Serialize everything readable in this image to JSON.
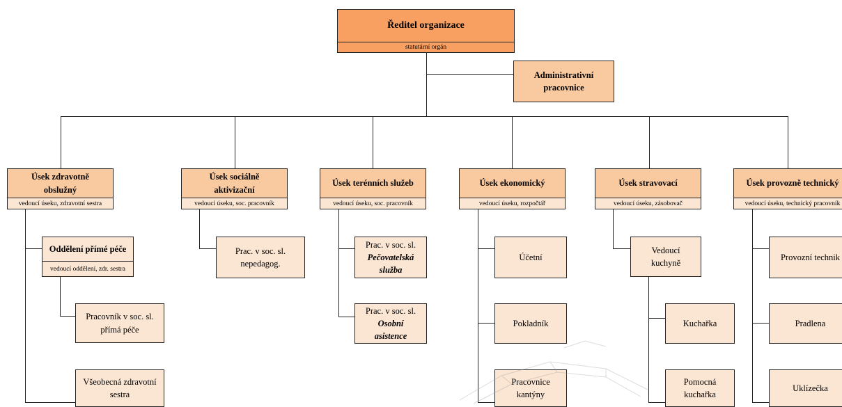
{
  "director": {
    "title": "Ředitel organizace",
    "subtitle": "statutární orgán"
  },
  "admin": {
    "line1": "Administrativní",
    "line2": "pracovnice"
  },
  "sections": [
    {
      "title_lines": [
        "Úsek zdravotně",
        "obslužný"
      ],
      "subtitle": "vedoucí úseku, zdravotní sestra"
    },
    {
      "title_lines": [
        "Úsek sociálně",
        "aktivizační"
      ],
      "subtitle": "vedoucí úseku, soc. pracovník"
    },
    {
      "title_lines": [
        "Úsek terénních služeb"
      ],
      "subtitle": "vedoucí úseku, soc. pracovník"
    },
    {
      "title_lines": [
        "Úsek ekonomický"
      ],
      "subtitle": "vedoucí úseku, rozpočtář"
    },
    {
      "title_lines": [
        "Úsek stravovací"
      ],
      "subtitle": "vedoucí úseku, zásobovač"
    },
    {
      "title_lines": [
        "Úsek provozně technický"
      ],
      "subtitle": "vedoucí úseku, technický pracovník"
    }
  ],
  "health": {
    "dept_title": "Oddělení přímé péče",
    "dept_subtitle": "vedoucí oddělení, zdr. sestra",
    "worker": [
      "Pracovník v soc. sl.",
      "přímá péče"
    ],
    "nurse": [
      "Všeobecná zdravotní",
      "sestra"
    ]
  },
  "social": {
    "worker": [
      "Prac. v soc. sl.",
      "nepedagog."
    ]
  },
  "field": {
    "care": {
      "line1": "Prac. v soc. sl.",
      "line2": "Pečovatelská",
      "line3": "služba"
    },
    "assist": {
      "line1": "Prac. v soc. sl.",
      "line2": "Osobní",
      "line3": "asistence"
    }
  },
  "economic": {
    "items": [
      "Účetní",
      "Pokladník"
    ],
    "canteen": [
      "Pracovnice",
      "kantýny"
    ]
  },
  "catering": {
    "head": [
      "Vedoucí",
      "kuchyně"
    ],
    "cook": "Kuchařka",
    "helper": [
      "Pomocná",
      "kuchařka"
    ]
  },
  "technical": {
    "items": [
      "Provozní technik",
      "Pradlena",
      "Uklízečka"
    ]
  }
}
